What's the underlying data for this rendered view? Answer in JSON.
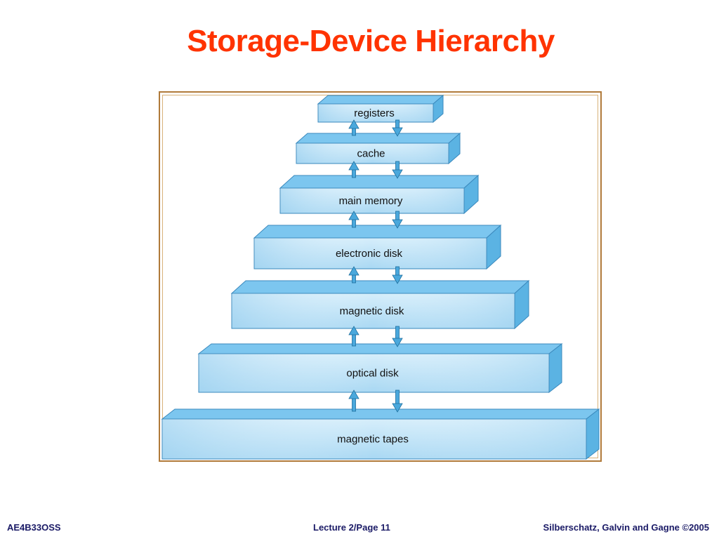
{
  "slide": {
    "title": "Storage-Device Hierarchy"
  },
  "diagram": {
    "levels": [
      {
        "label": "registers"
      },
      {
        "label": "cache"
      },
      {
        "label": "main memory"
      },
      {
        "label": "electronic disk"
      },
      {
        "label": "magnetic disk"
      },
      {
        "label": "optical disk"
      },
      {
        "label": "magnetic tapes"
      }
    ],
    "colors": {
      "front_top": "#d6eefb",
      "front_bottom": "#a9d8f3",
      "top_face": "#7cc6ef",
      "side_face": "#5bb3e3",
      "edge": "#3b89bd",
      "arrow": "#4aa8dc",
      "arrow_stroke": "#1f6f9e",
      "frame": "#b07a3a"
    }
  },
  "footer": {
    "course": "AE4B33OSS",
    "page": "Lecture 2/Page 11",
    "credit": "Silberschatz, Galvin and Gagne ©2005"
  }
}
